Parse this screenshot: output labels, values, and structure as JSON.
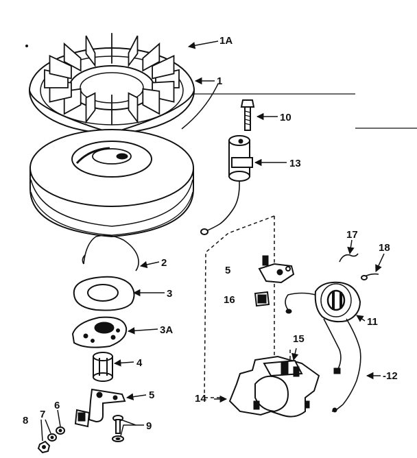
{
  "callouts": {
    "c1A": "1A",
    "c1": "1",
    "c10": "10",
    "c13": "13",
    "c2": "2",
    "c3": "3",
    "c3A": "3A",
    "c4": "4",
    "c5a": "5",
    "c5b": "5",
    "c6": "6",
    "c7": "7",
    "c8": "8",
    "c9": "9",
    "c11": "11",
    "c12": "-12",
    "c14": "14",
    "c15": "15",
    "c16": "16",
    "c17": "17",
    "c18": "18"
  },
  "colors": {
    "ink": "#111111",
    "paper": "#ffffff"
  }
}
